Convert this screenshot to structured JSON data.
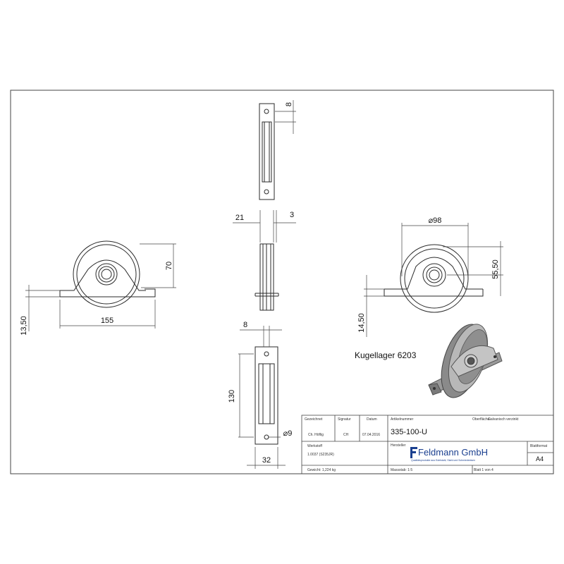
{
  "dimensions": {
    "front_width": "155",
    "front_height": "70",
    "front_plate": "13,50",
    "top_hole_offset": "8",
    "side_wheel_width": "21",
    "side_plate": "3",
    "bottom_hole_offset": "8",
    "bottom_length": "130",
    "bottom_hole_dia": "⌀9",
    "bottom_width": "32",
    "iso_wheel_dia": "⌀98",
    "iso_axle_height": "55,50",
    "iso_plate": "14,50"
  },
  "note": {
    "bearing": "Kugellager 6203"
  },
  "title_block": {
    "header_labels": {
      "author_label": "Gezeichnet",
      "signature_label": "Signatur",
      "date_label": "Datum",
      "article_label": "Artikelnummer",
      "surface_label": "Oberfläche:",
      "material_label": "Werkstoff",
      "manufacturer_label": "Hersteller",
      "sheet_format_label": "Blattformat"
    },
    "author": "Ch. Höflig",
    "signature": "CH",
    "date": "07.04.2016",
    "article_number": "335-100-U",
    "surface": "Galvanisch verzinkt",
    "material": "1.0037 (S235JR)",
    "company_name": "Feldmann GmbH",
    "company_tagline": "Qualitätsprodukte aus Edelstahl, Stahl und Schmiedeeisen",
    "sheet_format": "A4",
    "weight": "Gewicht: 1,224 kg",
    "scale": "Massstab: 1:5",
    "sheet": "Blatt 1 von 4"
  },
  "colors": {
    "line": "#2a2a2a",
    "dim_line": "#444444",
    "metal": "#b5b5b5",
    "metal_dark": "#6e6e6e",
    "logo_blue": "#1a3f8f"
  }
}
